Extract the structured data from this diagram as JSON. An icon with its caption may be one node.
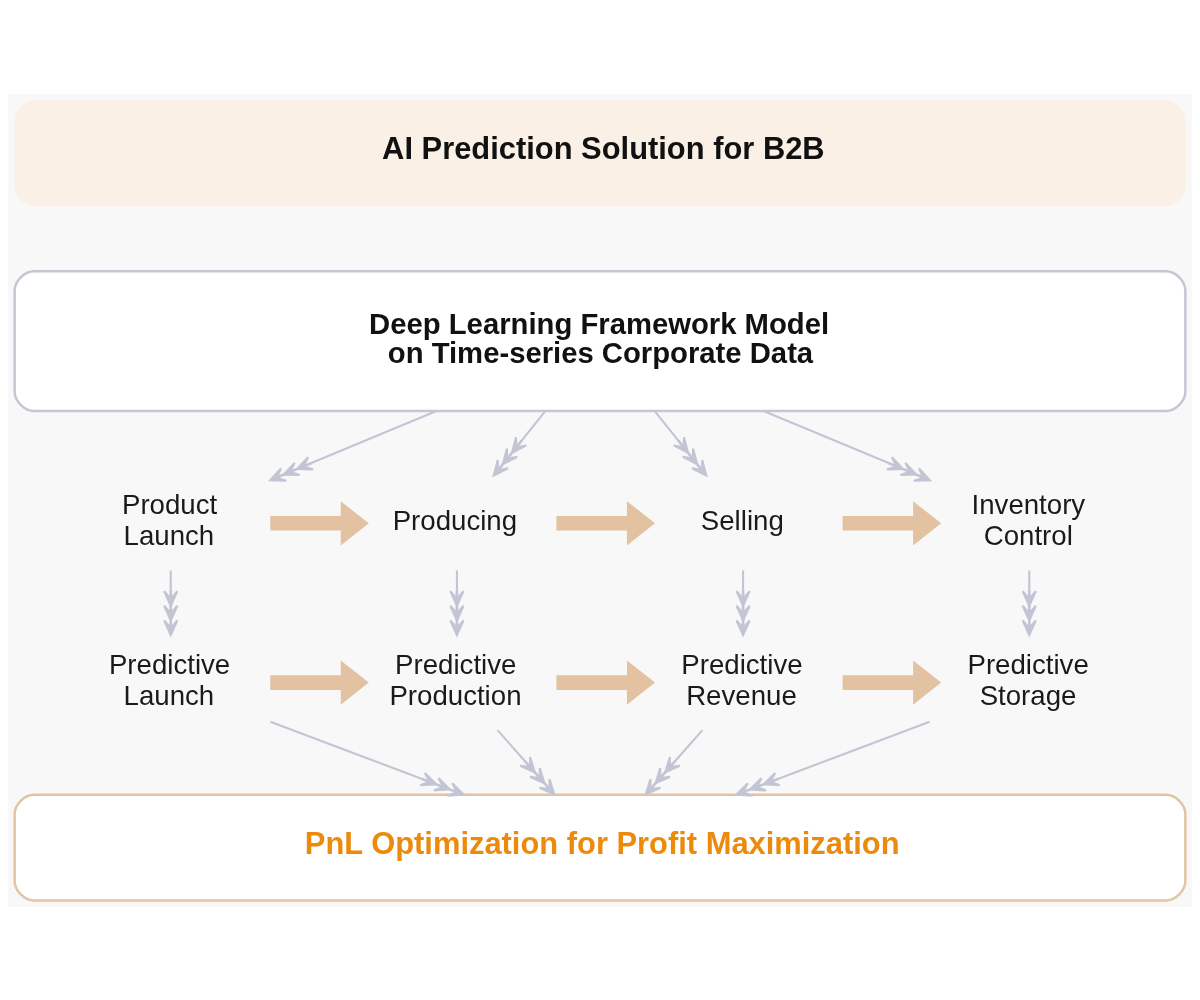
{
  "diagram": {
    "nodes": [
      {
        "text": [
          "AI Prediction Solution for B2B"
        ]
      },
      {
        "text": [
          "Deep Learning Framework Model on Time-series Corporate Data"
        ]
      },
      {
        "text": [
          "Product Launch"
        ]
      },
      {
        "text": [
          "Producing"
        ]
      },
      {
        "text": [
          "Selling"
        ]
      },
      {
        "text": [
          "Inventory Control"
        ]
      },
      {
        "text": [
          "Predictive Launch"
        ]
      },
      {
        "text": [
          "Predictive Production"
        ]
      },
      {
        "text": [
          "Predictive Revenue"
        ]
      },
      {
        "text": [
          "Predictive Storage"
        ]
      },
      {
        "text": [
          "PnL Optimization for Profit Maximization"
        ]
      }
    ],
    "edges": [
      {
        "from": 1,
        "to": 2,
        "arrow": "to"
      },
      {
        "from": 1,
        "to": 3,
        "arrow": "to"
      },
      {
        "from": 1,
        "to": 4,
        "arrow": "to"
      },
      {
        "from": 1,
        "to": 5,
        "arrow": "to"
      },
      {
        "from": 2,
        "to": 3,
        "arrow": "to",
        "style": "thick",
        "color": "#e3c2a2"
      },
      {
        "from": 3,
        "to": 4,
        "arrow": "to",
        "style": "thick",
        "color": "#e3c2a2"
      },
      {
        "from": 4,
        "to": 5,
        "arrow": "to",
        "style": "thick",
        "color": "#e3c2a2"
      },
      {
        "from": 2,
        "to": 6,
        "arrow": "to"
      },
      {
        "from": 3,
        "to": 7,
        "arrow": "to"
      },
      {
        "from": 4,
        "to": 8,
        "arrow": "to"
      },
      {
        "from": 5,
        "to": 9,
        "arrow": "to"
      },
      {
        "from": 6,
        "to": 7,
        "arrow": "to",
        "style": "thick",
        "color": "#e3c2a2"
      },
      {
        "from": 7,
        "to": 8,
        "arrow": "to",
        "style": "thick",
        "color": "#e3c2a2"
      },
      {
        "from": 8,
        "to": 9,
        "arrow": "to",
        "style": "thick",
        "color": "#e3c2a2"
      },
      {
        "from": 6,
        "to": 10,
        "arrow": "to"
      },
      {
        "from": 7,
        "to": 10,
        "arrow": "to"
      },
      {
        "from": 8,
        "to": 10,
        "arrow": "to"
      },
      {
        "from": 9,
        "to": 10,
        "arrow": "to"
      }
    ]
  }
}
